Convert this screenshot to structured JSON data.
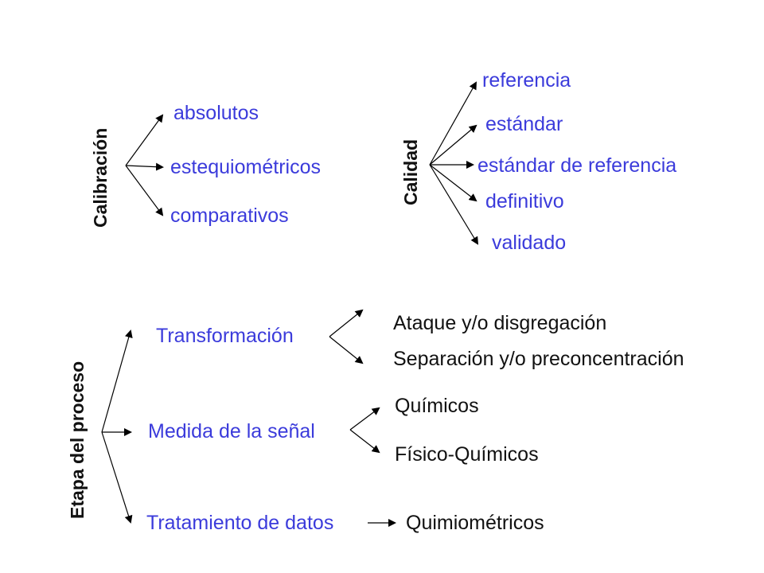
{
  "colors": {
    "blue_text": "#3b3bdb",
    "black_text": "#111111",
    "arrow": "#000000"
  },
  "calibracion": {
    "title": "Calibración",
    "items": [
      "absolutos",
      "estequiométricos",
      "comparativos"
    ]
  },
  "calidad": {
    "title": "Calidad",
    "items": [
      "referencia",
      "estándar",
      "estándar de referencia",
      "definitivo",
      "validado"
    ]
  },
  "etapa": {
    "title": "Etapa del proceso",
    "stages": [
      {
        "label": "Transformación",
        "subs": [
          "Ataque y/o disgregación",
          "Separación y/o preconcentración"
        ]
      },
      {
        "label": "Medida de la señal",
        "subs": [
          "Químicos",
          "Físico-Químicos"
        ]
      },
      {
        "label": "Tratamiento de datos",
        "subs": [
          "Quimiométricos"
        ]
      }
    ]
  }
}
